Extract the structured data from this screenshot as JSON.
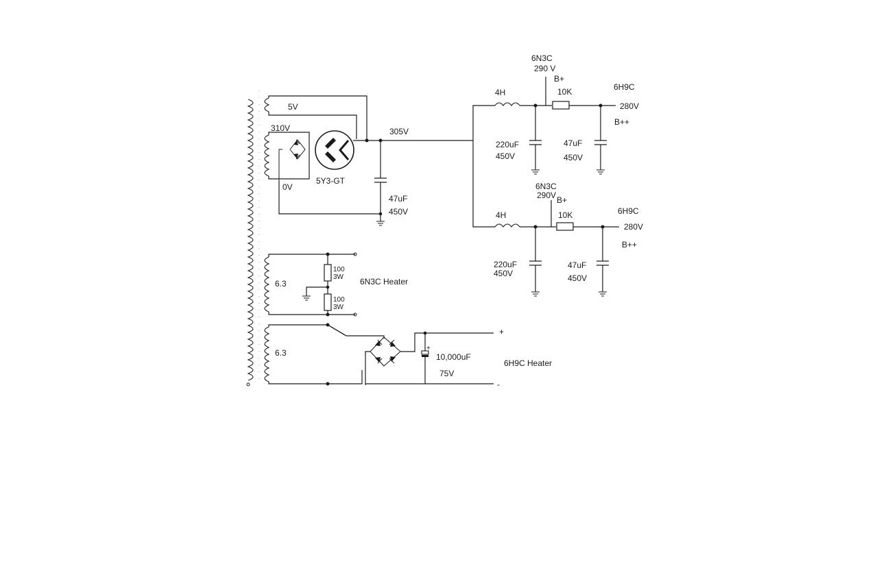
{
  "labels": {
    "winding_5v": "5V",
    "winding_310v": "310V",
    "winding_0v": "0V",
    "rectifier_tube": "5Y3-GT",
    "node_305v": "305V",
    "cap1_value": "47uF",
    "cap1_voltage": "450V",
    "top_stage": {
      "tube_tap": "6N3C",
      "tap_voltage": "290 V",
      "tap_rail": "B+",
      "choke": "4H",
      "resistor": "10K",
      "out_tube": "6H9C",
      "out_voltage": "280V",
      "out_rail": "B++",
      "cap_a_value": "220uF",
      "cap_a_voltage": "450V",
      "cap_b_value": "47uF",
      "cap_b_voltage": "450V"
    },
    "bottom_stage": {
      "tube_tap": "6N3C",
      "tap_voltage": "290V",
      "tap_rail": "B+",
      "choke": "4H",
      "resistor": "10K",
      "out_tube": "6H9C",
      "out_voltage": "280V",
      "out_rail": "B++",
      "cap_a_value": "220uF",
      "cap_a_voltage": "450V",
      "cap_b_value": "47uF",
      "cap_b_voltage": "450V"
    },
    "heater1": {
      "winding": "6.3",
      "r1_value": "100",
      "r1_power": "3W",
      "r2_value": "100",
      "r2_power": "3W",
      "name": "6N3C Heater"
    },
    "heater2": {
      "winding": "6.3",
      "cap_value": "10,000uF",
      "cap_voltage": "75V",
      "plus": "+",
      "minus": "-",
      "cap_polarity": "+",
      "name": "6H9C Heater"
    }
  }
}
